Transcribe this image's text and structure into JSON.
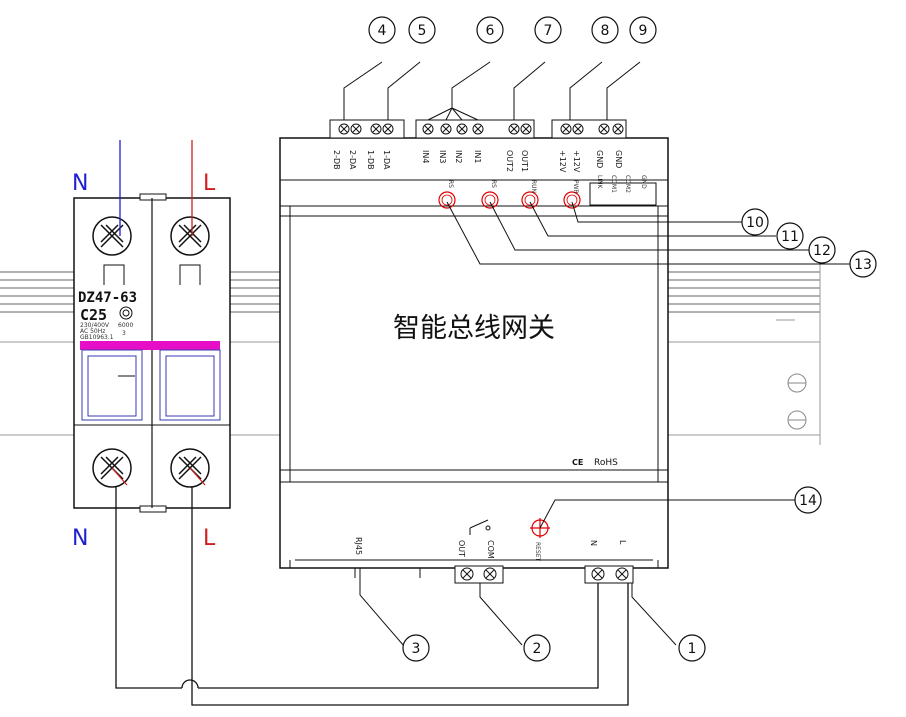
{
  "device_title": "智能总线网关",
  "breaker": {
    "model": "DZ47-63",
    "rating": "C25",
    "top_left_label": "N",
    "top_right_label": "L",
    "bottom_left_label": "N",
    "bottom_right_label": "L",
    "fine_print_left": [
      "230/400V",
      "AC 50Hz",
      "GB10963.1"
    ],
    "fine_print_right": [
      "6000",
      "3"
    ]
  },
  "top_terminals": [
    "2-DB",
    "2-DA",
    "1-DB",
    "1-DA",
    "IN4",
    "IN3",
    "IN2",
    "IN1",
    "OUT2",
    "OUT1",
    "+12V",
    "+12V",
    "GND",
    "GND"
  ],
  "led_labels": [
    "RS",
    "RS",
    "RUN",
    "PWR"
  ],
  "status_box_labels": [
    "LINK",
    "COM1",
    "COM2",
    "GND"
  ],
  "bottom_labels": {
    "rj45": "RJ45",
    "out": "OUT",
    "com": "COM",
    "reset": "RESET",
    "n": "N",
    "l": "L"
  },
  "certification": {
    "ce": "CE",
    "rohs": "RoHS"
  },
  "callouts": [
    "1",
    "2",
    "3",
    "4",
    "5",
    "6",
    "7",
    "8",
    "9",
    "10",
    "11",
    "12",
    "13",
    "14"
  ],
  "colors": {
    "neutral_wire": "#1f1fd0",
    "live_wire": "#d01f1f",
    "breaker_bar": "#e60ec6",
    "led": "#e00000",
    "outline": "#111111"
  }
}
